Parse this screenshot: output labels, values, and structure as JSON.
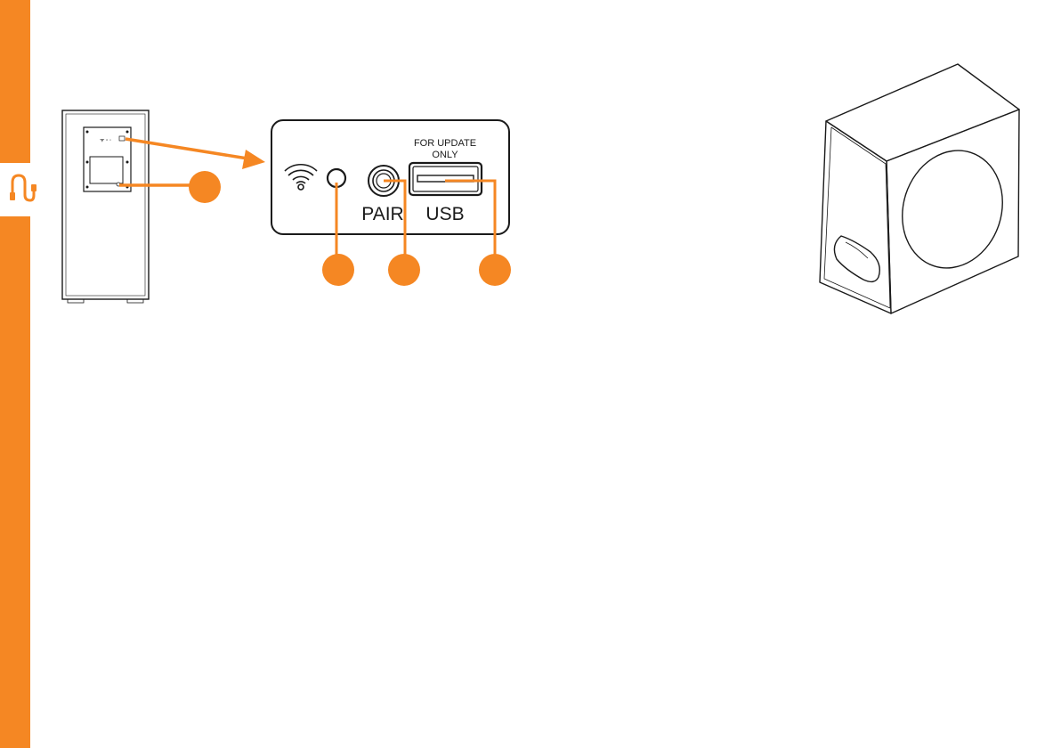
{
  "sidebar": {
    "icon": "cable-icon",
    "accent": "#f58723"
  },
  "panel": {
    "update_note": "FOR UPDATE ONLY",
    "update_line1": "FOR UPDATE",
    "update_line2": "ONLY",
    "pair_label": "PAIR",
    "usb_label": "USB",
    "icons": [
      "wifi-icon",
      "status-led-icon",
      "pair-button-icon",
      "usb-port-icon"
    ]
  },
  "colors": {
    "callout": "#f58723",
    "outline": "#1a1a1a"
  }
}
